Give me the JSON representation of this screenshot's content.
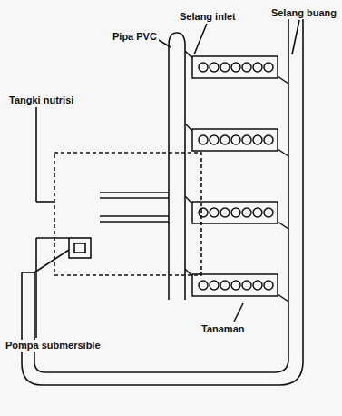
{
  "diagram": {
    "labels": [
      "Selang inlet",
      "Selang buang",
      "Pipa PVC",
      "Tangki nutrisi",
      "Pompa submersible",
      "Tanaman"
    ]
  }
}
